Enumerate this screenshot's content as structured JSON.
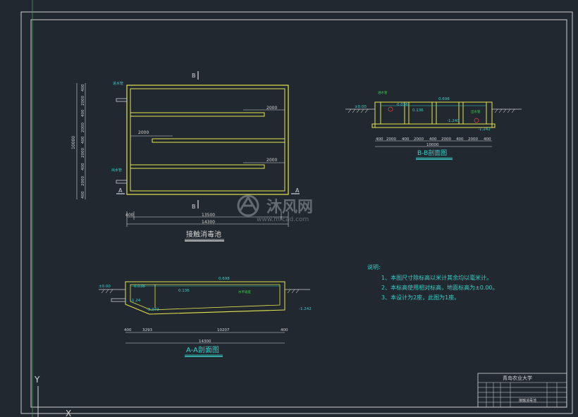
{
  "plan": {
    "title": "接触消毒池",
    "section_b_top": "B",
    "section_b_bottom": "B",
    "section_a_left": "A",
    "section_a_right": "A",
    "dim_2000_a": "2000",
    "dim_2000_b": "2000",
    "dim_2000_c": "2000",
    "dim_13500": "13500",
    "dim_14300": "14300",
    "dim_400_left": "400",
    "dim_10000": "10000",
    "vertical_dims": [
      "400",
      "2000",
      "400",
      "2000",
      "400",
      "2000",
      "400",
      "2000",
      "400"
    ],
    "inlet_label": "进水管",
    "outlet_label": "出水管"
  },
  "section_bb": {
    "title": "B-B剖面图",
    "elev_0": "±0.00",
    "elev_1": "0.698",
    "elev_2": "0.036",
    "elev_3": "0.136",
    "elev_4": "-1.240",
    "elev_5": "-1.242",
    "horizontal_dims": [
      "400",
      "2000",
      "400",
      "2000",
      "400",
      "2000",
      "400",
      "2000",
      "400"
    ],
    "total": "10000",
    "pipe_label": "进水管",
    "pipe_label_2": "出水管"
  },
  "section_aa": {
    "title": "A-A剖面图",
    "elev_0": "±0.00",
    "elev_1": "0.038",
    "elev_2": "0.698",
    "elev_3": "0.136",
    "elev_4": "-1.24",
    "elev_5": "-2.072",
    "elev_6": "-1.242",
    "dims": [
      "400",
      "3293",
      "10207",
      "400"
    ],
    "total": "14300",
    "tank_label": "水平坡度"
  },
  "notes": {
    "heading": "说明:",
    "items": [
      "1、本图尺寸除标高以米计其余均以毫米计。",
      "2、本标高使用相对标高，地面标高为±0.00。",
      "3、本设计为2座，此图为1座。"
    ]
  },
  "title_block": {
    "school": "青岛农业大学",
    "drawing_name": "接触消毒池"
  },
  "axes": {
    "y": "Y",
    "x": "X"
  },
  "watermark": {
    "brand": "沐风网",
    "url": "www.mfcad.com"
  },
  "colors": {
    "background": "#212830",
    "border": "#d9d9d9",
    "structure": "#e6e64d",
    "dimension": "#d6d6d6",
    "annotation": "#39d0c8",
    "leader": "#3fd14a",
    "accent": "#e04040"
  }
}
